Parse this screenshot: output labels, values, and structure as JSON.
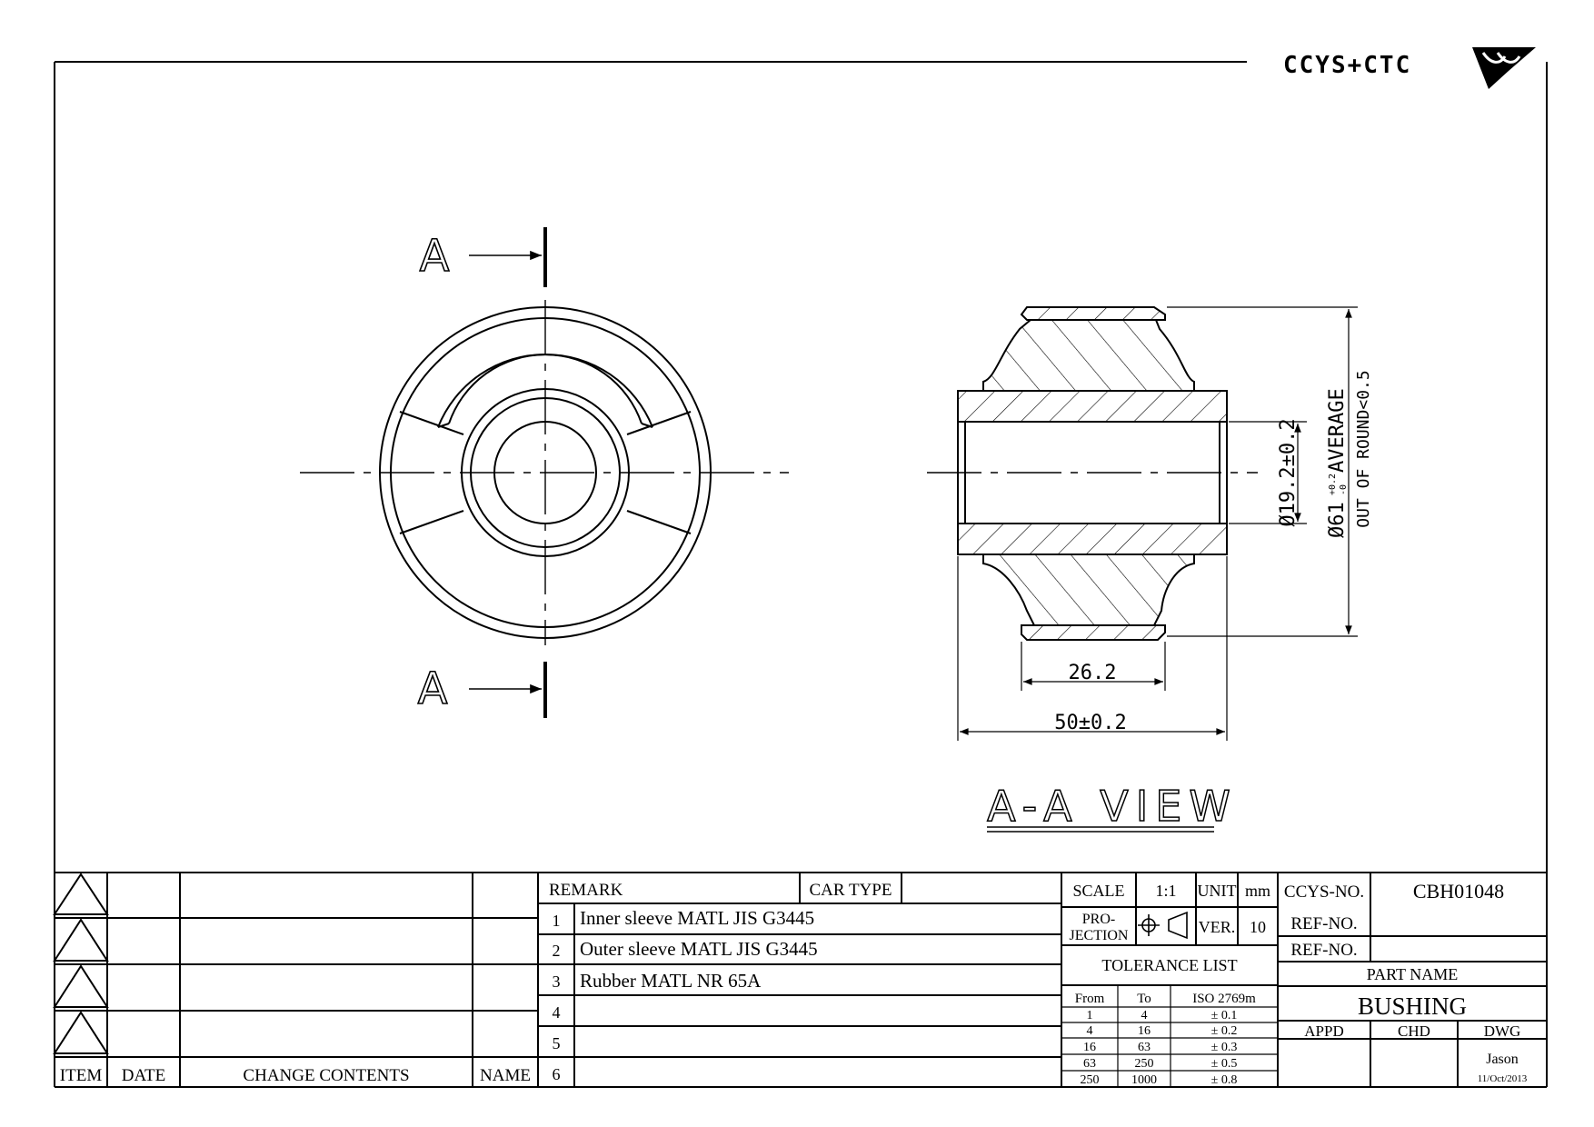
{
  "logo": {
    "text": "CCYS+CTC"
  },
  "section_labels": {
    "top": "A",
    "bottom": "A"
  },
  "view_title": "A-A VIEW",
  "dimensions": {
    "inner_dia": "Ø19.2±0.2",
    "outer_dia_main": "Ø61",
    "outer_dia_tol_upper": "+0.2",
    "outer_dia_tol_lower": "-0",
    "outer_dia_suffix": " AVERAGE",
    "out_of_round": "OUT OF ROUND<0.5",
    "width_inner": "26.2",
    "width_overall": "50±0.2"
  },
  "revision_table": {
    "headers": {
      "item": "ITEM",
      "date": "DATE",
      "change": "CHANGE CONTENTS",
      "name": "NAME"
    }
  },
  "remarks": {
    "header": "REMARK",
    "car_type_label": "CAR TYPE",
    "car_type_value": "",
    "rows": [
      {
        "no": "1",
        "text": "Inner sleeve MATL JIS G3445"
      },
      {
        "no": "2",
        "text": "Outer sleeve MATL JIS G3445"
      },
      {
        "no": "3",
        "text": "Rubber MATL NR 65A"
      },
      {
        "no": "4",
        "text": ""
      },
      {
        "no": "5",
        "text": ""
      },
      {
        "no": "6",
        "text": ""
      }
    ]
  },
  "spec": {
    "scale_label": "SCALE",
    "scale_value": "1:1",
    "unit_label": "UNIT",
    "unit_value": "mm",
    "projection_label_1": "PRO-",
    "projection_label_2": "JECTION",
    "ver_label": "VER.",
    "ver_value": "10"
  },
  "tolerance": {
    "title": "TOLERANCE LIST",
    "headers": [
      "From",
      "To",
      "ISO 2769m"
    ],
    "rows": [
      [
        "1",
        "4",
        "± 0.1"
      ],
      [
        "4",
        "16",
        "± 0.2"
      ],
      [
        "16",
        "63",
        "± 0.3"
      ],
      [
        "63",
        "250",
        "± 0.5"
      ],
      [
        "250",
        "1000",
        "± 0.8"
      ]
    ]
  },
  "title_block": {
    "ccys_no_label": "CCYS-NO.",
    "ccys_no_value": "CBH01048",
    "ref_no_1_label": "REF-NO.",
    "ref_no_1_value": "",
    "ref_no_2_label": "REF-NO.",
    "ref_no_2_value": "",
    "part_name_label": "PART NAME",
    "part_name_value": "BUSHING",
    "appd_label": "APPD",
    "chd_label": "CHD",
    "dwg_label": "DWG",
    "dwg_name": "Jason",
    "dwg_date": "11/Oct/2013"
  }
}
